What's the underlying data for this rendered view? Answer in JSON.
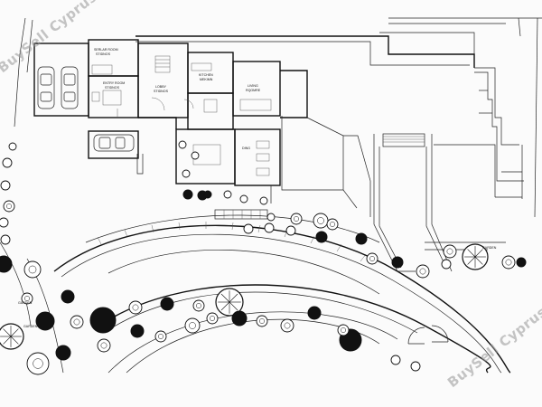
{
  "watermark": {
    "top_text": "BuySell Cyprus",
    "bottom_text": "BuySell Cyprus"
  },
  "room_labels": {
    "master_bedroom": "SERLAR ROOM",
    "master_bedroom_sub": "STIDNOS",
    "entry_room": "ENTRY ROOM",
    "entry_room_sub": "STIDNOS",
    "lobby": "LOBBY",
    "lobby_sub": "STIDNOS",
    "kitchen": "KITCHEN",
    "kitchen_sub": "MEKIMN",
    "living": "LIVING",
    "living_sub": "RQOMRE",
    "dining": "DING",
    "garden_right": "GARDEN",
    "garden_left": "GARDEN",
    "garden_left_sub": "GARDEN"
  },
  "colors": {
    "ink": "#111111",
    "paper": "#fbfbfb",
    "watermark": "#969696"
  }
}
